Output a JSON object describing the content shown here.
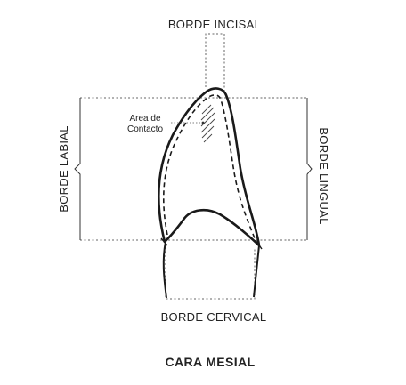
{
  "diagram": {
    "labels": {
      "top": "BORDE INCISAL",
      "left": "BORDE LABIAL",
      "right": "BORDE LINGUAL",
      "bottom": "BORDE CERVICAL",
      "contact_line1": "Area de",
      "contact_line2": "Contacto"
    },
    "title": "CARA MESIAL"
  }
}
